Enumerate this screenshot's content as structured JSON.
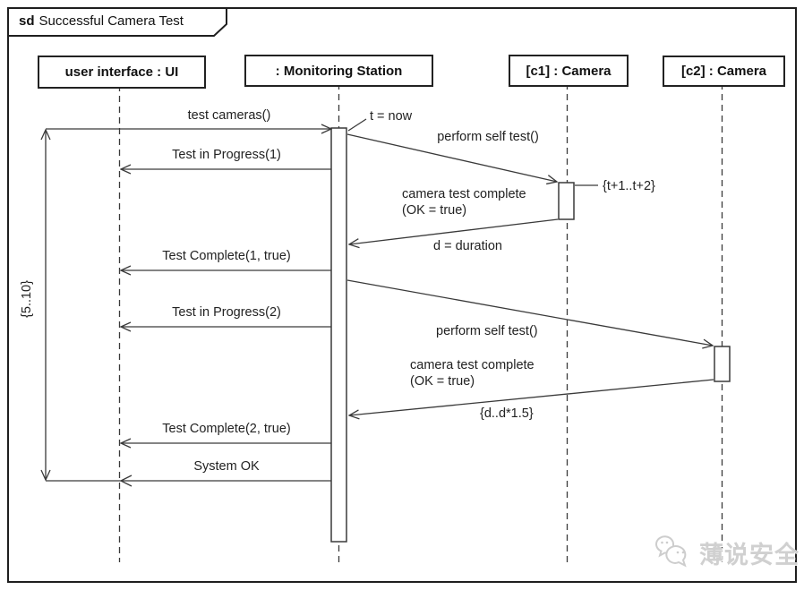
{
  "frame": {
    "keyword": "sd",
    "title": "Successful Camera Test"
  },
  "lifelines": [
    {
      "name": "user interface : UI"
    },
    {
      "name": ": Monitoring Station"
    },
    {
      "name": "[c1] : Camera"
    },
    {
      "name": "[c2] : Camera"
    }
  ],
  "messages": {
    "test_cameras": "test cameras()",
    "t_now": "t = now",
    "perform_self_test_1": "perform self test()",
    "test_in_progress_1": "Test in Progress(1)",
    "camera_test_complete_1_line1": "camera test complete",
    "camera_test_complete_1_line2": "(OK = true)",
    "t_interval": "{t+1..t+2}",
    "test_complete_1": "Test Complete(1, true)",
    "d_duration": "d = duration",
    "test_in_progress_2": "Test in Progress(2)",
    "perform_self_test_2": "perform self test()",
    "camera_test_complete_2_line1": "camera test complete",
    "camera_test_complete_2_line2": "(OK = true)",
    "d_interval": "{d..d*1.5}",
    "test_complete_2": "Test Complete(2, true)",
    "system_ok": "System OK",
    "duration_constraint": "{5..10}"
  },
  "watermark": {
    "text": "薄说安全"
  },
  "colors": {
    "frame_border": "#1f1f1f",
    "line": "#3a3a3a",
    "watermark": "#d0d0d0"
  }
}
